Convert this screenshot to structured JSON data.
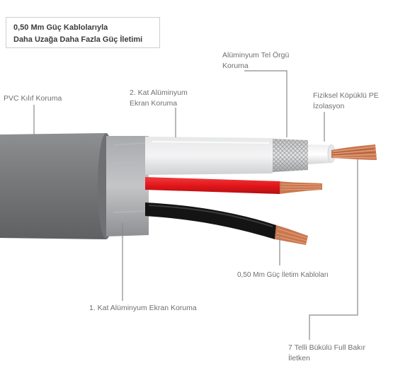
{
  "title": {
    "line1": "0,50 Mm Güç Kablolarıyla",
    "line2": "Daha Uzağa Daha Fazla Güç İletimi"
  },
  "labels": {
    "pvc": "PVC Kılıf Koruma",
    "second_shield_line1": "2. Kat Alüminyum",
    "second_shield_line2": "Ekran Koruma",
    "braid_line1": "Alüminyum Tel Örgü",
    "braid_line2": "Koruma",
    "pe_line1": "Fiziksel Köpüklü PE",
    "pe_line2": "İzolasyon",
    "power_cables": "0,50 Mm Güç İletim Kabloları",
    "first_shield": "1. Kat Alüminyum Ekran Koruma",
    "conductor_line1": "7 Telli Bükülü Full Bakır",
    "conductor_line2": "İletken"
  },
  "colors": {
    "jacket": "#7b7c7e",
    "foil": "#c9cacc",
    "red_wire": "#e3161b",
    "black_wire": "#141414",
    "copper": "#c9774f",
    "leader_line": "#8a8a8a"
  }
}
